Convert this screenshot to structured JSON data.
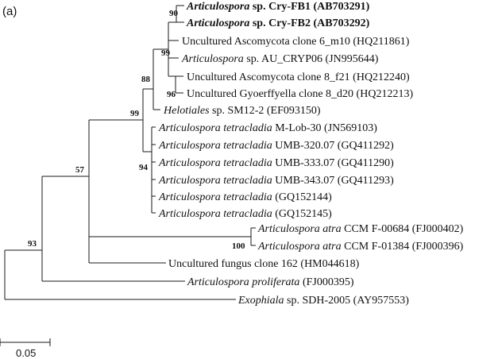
{
  "panel_label": "(a)",
  "scale_bar": {
    "label": "0.05"
  },
  "taxa": [
    {
      "id": "t1",
      "parts": [
        {
          "text": "Articulospora",
          "italic": true,
          "bold": true
        },
        {
          "text": " sp. Cry-FB1 (AB703291)",
          "bold": true
        }
      ]
    },
    {
      "id": "t2",
      "parts": [
        {
          "text": "Articulospora",
          "italic": true,
          "bold": true
        },
        {
          "text": " sp. Cry-FB2 (AB703292)",
          "bold": true
        }
      ]
    },
    {
      "id": "t3",
      "parts": [
        {
          "text": "Uncultured Ascomycota clone 6_m10 (HQ211861)"
        }
      ]
    },
    {
      "id": "t4",
      "parts": [
        {
          "text": "Articulospora",
          "italic": true
        },
        {
          "text": " sp. AU_CRYP06 (JN995644)"
        }
      ]
    },
    {
      "id": "t5",
      "parts": [
        {
          "text": "Uncultured Ascomycota clone 8_f21 (HQ212240)"
        }
      ]
    },
    {
      "id": "t6",
      "parts": [
        {
          "text": "Uncultured Gyoerffyella clone 8_d20 (HQ212213)"
        }
      ]
    },
    {
      "id": "t7",
      "parts": [
        {
          "text": "Helotiales",
          "italic": true
        },
        {
          "text": " sp. SM12-2 (EF093150)"
        }
      ]
    },
    {
      "id": "t8",
      "parts": [
        {
          "text": "Articulospora tetracladia",
          "italic": true
        },
        {
          "text": " M-Lob-30 (JN569103)"
        }
      ]
    },
    {
      "id": "t9",
      "parts": [
        {
          "text": "Articulospora tetracladia",
          "italic": true
        },
        {
          "text": " UMB-320.07 (GQ411292)"
        }
      ]
    },
    {
      "id": "t10",
      "parts": [
        {
          "text": "Articulospora tetracladia",
          "italic": true
        },
        {
          "text": " UMB-333.07 (GQ411290)"
        }
      ]
    },
    {
      "id": "t11",
      "parts": [
        {
          "text": "Articulospora tetracladia",
          "italic": true
        },
        {
          "text": " UMB-343.07 (GQ411293)"
        }
      ]
    },
    {
      "id": "t12",
      "parts": [
        {
          "text": "Articulospora tetracladia",
          "italic": true
        },
        {
          "text": " (GQ152144)"
        }
      ]
    },
    {
      "id": "t13",
      "parts": [
        {
          "text": "Articulospora tetracladia",
          "italic": true
        },
        {
          "text": " (GQ152145)"
        }
      ]
    },
    {
      "id": "t14",
      "parts": [
        {
          "text": "Articulospora atra",
          "italic": true
        },
        {
          "text": " CCM F-00684 (FJ000402)"
        }
      ]
    },
    {
      "id": "t15",
      "parts": [
        {
          "text": "Articulospora atra",
          "italic": true
        },
        {
          "text": " CCM F-01384 (FJ000396)"
        }
      ]
    },
    {
      "id": "t16",
      "parts": [
        {
          "text": "Uncultured fungus clone 162 (HM044618)"
        }
      ]
    },
    {
      "id": "t17",
      "parts": [
        {
          "text": "Articulospora proliferata",
          "italic": true
        },
        {
          "text": " (FJ000395)"
        }
      ]
    },
    {
      "id": "t18",
      "parts": [
        {
          "text": "Exophiala",
          "italic": true
        },
        {
          "text": " sp. SDH-2005 (AY957553)"
        }
      ]
    }
  ],
  "bootstrap": [
    {
      "id": "n90",
      "value": "90"
    },
    {
      "id": "n99a",
      "value": "99"
    },
    {
      "id": "n96",
      "value": "96"
    },
    {
      "id": "n88",
      "value": "88"
    },
    {
      "id": "n99b",
      "value": "99"
    },
    {
      "id": "n94",
      "value": "94"
    },
    {
      "id": "n57",
      "value": "57"
    },
    {
      "id": "n100",
      "value": "100"
    },
    {
      "id": "n93",
      "value": "93"
    }
  ]
}
